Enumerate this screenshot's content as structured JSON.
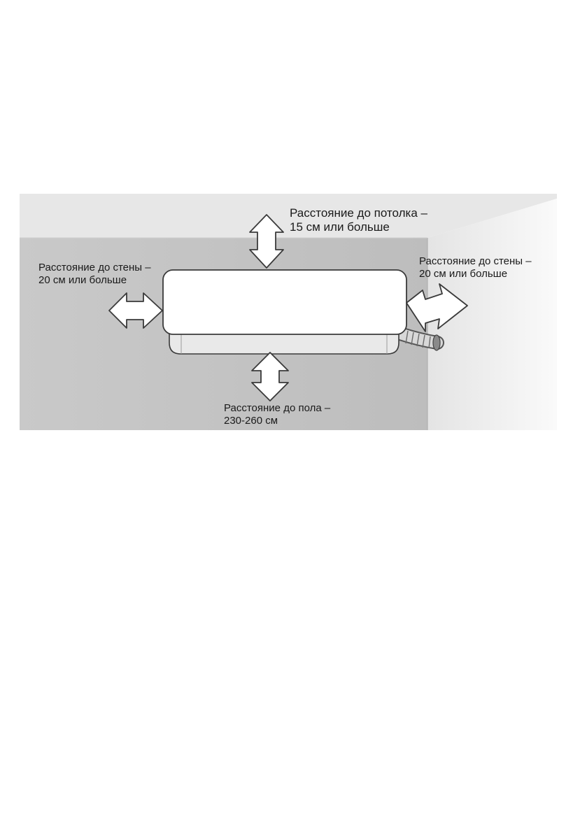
{
  "labels": {
    "ceiling": {
      "line1": "Расстояние до потолка –",
      "line2": "15 см или больше"
    },
    "left_wall": {
      "line1": "Расстояние до стены –",
      "line2": "20 см или больше"
    },
    "right_wall": {
      "line1": "Расстояние до стены –",
      "line2": "20 см или больше"
    },
    "floor": {
      "line1": "Расстояние до пола –",
      "line2": "230-260 см"
    }
  },
  "colors": {
    "page_background": "#ffffff",
    "ceiling": "#e6e6e6",
    "back_wall": "#c4c4c4",
    "side_wall": "#f2f2f2",
    "unit_body": "#ffffff",
    "outline": "#3a3a3a"
  }
}
